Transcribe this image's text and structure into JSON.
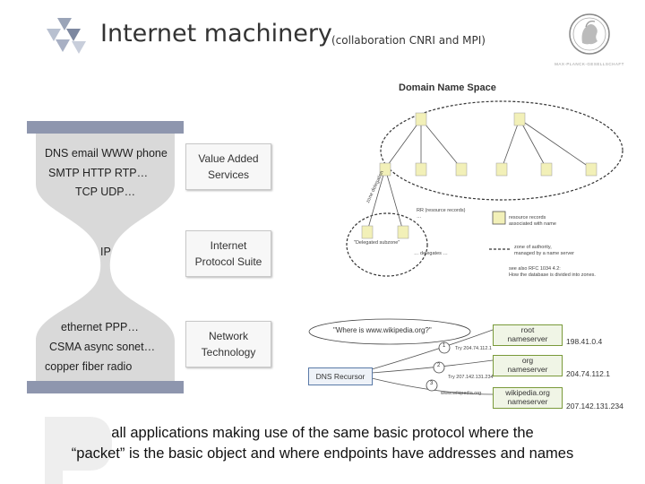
{
  "header": {
    "title": "Internet machinery",
    "subtitle": "(collaboration CNRI and MPI)",
    "mpg_caption": "MAX-PLANCK-GESELLSCHAFT"
  },
  "hourglass": {
    "top_row1": "DNS email WWW phone",
    "top_row2": "SMTP HTTP RTP…",
    "top_row3": "TCP UDP…",
    "middle": "IP",
    "bottom_row1": "ethernet PPP…",
    "bottom_row2": "CSMA async sonet…",
    "bottom_row3": "copper fiber radio"
  },
  "layers": {
    "value_added": [
      "Value Added",
      "Services"
    ],
    "ip_suite": [
      "Internet",
      "Protocol Suite"
    ],
    "network": [
      "Network",
      "Technology"
    ]
  },
  "dns_space": {
    "title": "Domain Name Space",
    "zone_delegation": "zone delegation",
    "rr_note": "RR (resource records) …",
    "delegated_subzone": "\"Delegated subzone\"",
    "subzone_note": "… delegates …",
    "legend_rr": [
      "resource records",
      "associated with name"
    ],
    "legend_zone": [
      "zone of authority,",
      "managed by a name server"
    ],
    "rfc_note": [
      "see also RFC 1034 4.2:",
      "How the database is divided into zones."
    ]
  },
  "dns_resolution": {
    "query": "\"Where is www.wikipedia.org?\"",
    "resolver": "DNS Recursor",
    "servers": [
      {
        "label": [
          "root",
          "nameserver"
        ],
        "ip": "198.41.0.4"
      },
      {
        "label": [
          "org",
          "nameserver"
        ],
        "ip": "204.74.112.1"
      },
      {
        "label": [
          "wikipedia.org",
          "nameserver"
        ],
        "ip": "207.142.131.234"
      }
    ],
    "steps": [
      "1",
      "2",
      "3"
    ],
    "replies": [
      "Try 204.74.112.1",
      "Try 207.142.131.234",
      "www.wikipedia.org"
    ]
  },
  "caption": {
    "line1": "all applications making use of the same basic protocol where the",
    "line2": "“packet” is the basic object and where endpoints have addresses and names"
  }
}
